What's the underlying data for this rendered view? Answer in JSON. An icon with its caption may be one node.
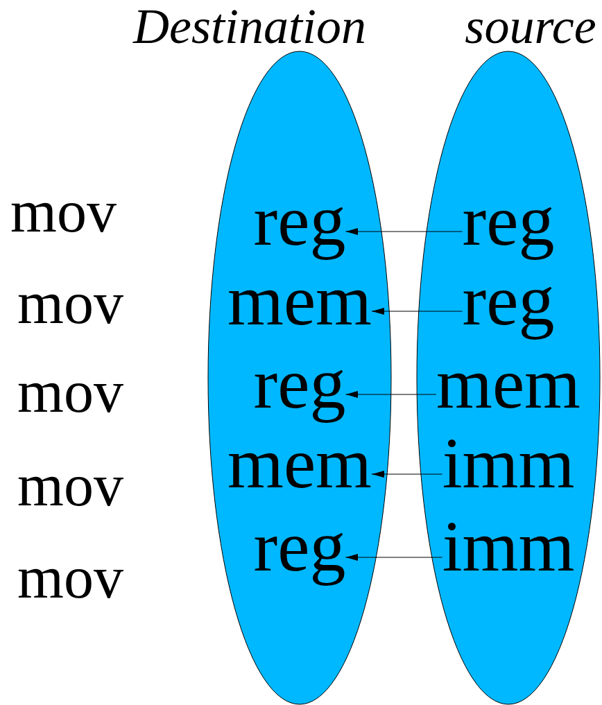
{
  "diagram": {
    "nodes": [
      {
        "text": [
          "Destination"
        ]
      },
      {
        "text": [
          "reg"
        ],
        "in": 0
      },
      {
        "text": [
          "mem"
        ],
        "in": 0
      },
      {
        "text": [
          "reg"
        ],
        "in": 0
      },
      {
        "text": [
          "mem"
        ],
        "in": 0
      },
      {
        "text": [
          "reg"
        ],
        "in": 0
      },
      {
        "text": [
          "source"
        ]
      },
      {
        "text": [
          "reg"
        ],
        "in": 6
      },
      {
        "text": [
          "reg"
        ],
        "in": 6
      },
      {
        "text": [
          "mem"
        ],
        "in": 6
      },
      {
        "text": [
          "imm"
        ],
        "in": 6
      },
      {
        "text": [
          "imm"
        ],
        "in": 6
      }
    ],
    "edges": [
      {
        "from": 7,
        "to": 1,
        "arrow": "to"
      },
      {
        "from": 8,
        "to": 2,
        "arrow": "to"
      },
      {
        "from": 9,
        "to": 3,
        "arrow": "to"
      },
      {
        "from": 10,
        "to": 4,
        "arrow": "to"
      },
      {
        "from": 11,
        "to": 5,
        "arrow": "to"
      }
    ],
    "labels": [
      "mov",
      "mov",
      "mov",
      "mov",
      "mov"
    ]
  }
}
